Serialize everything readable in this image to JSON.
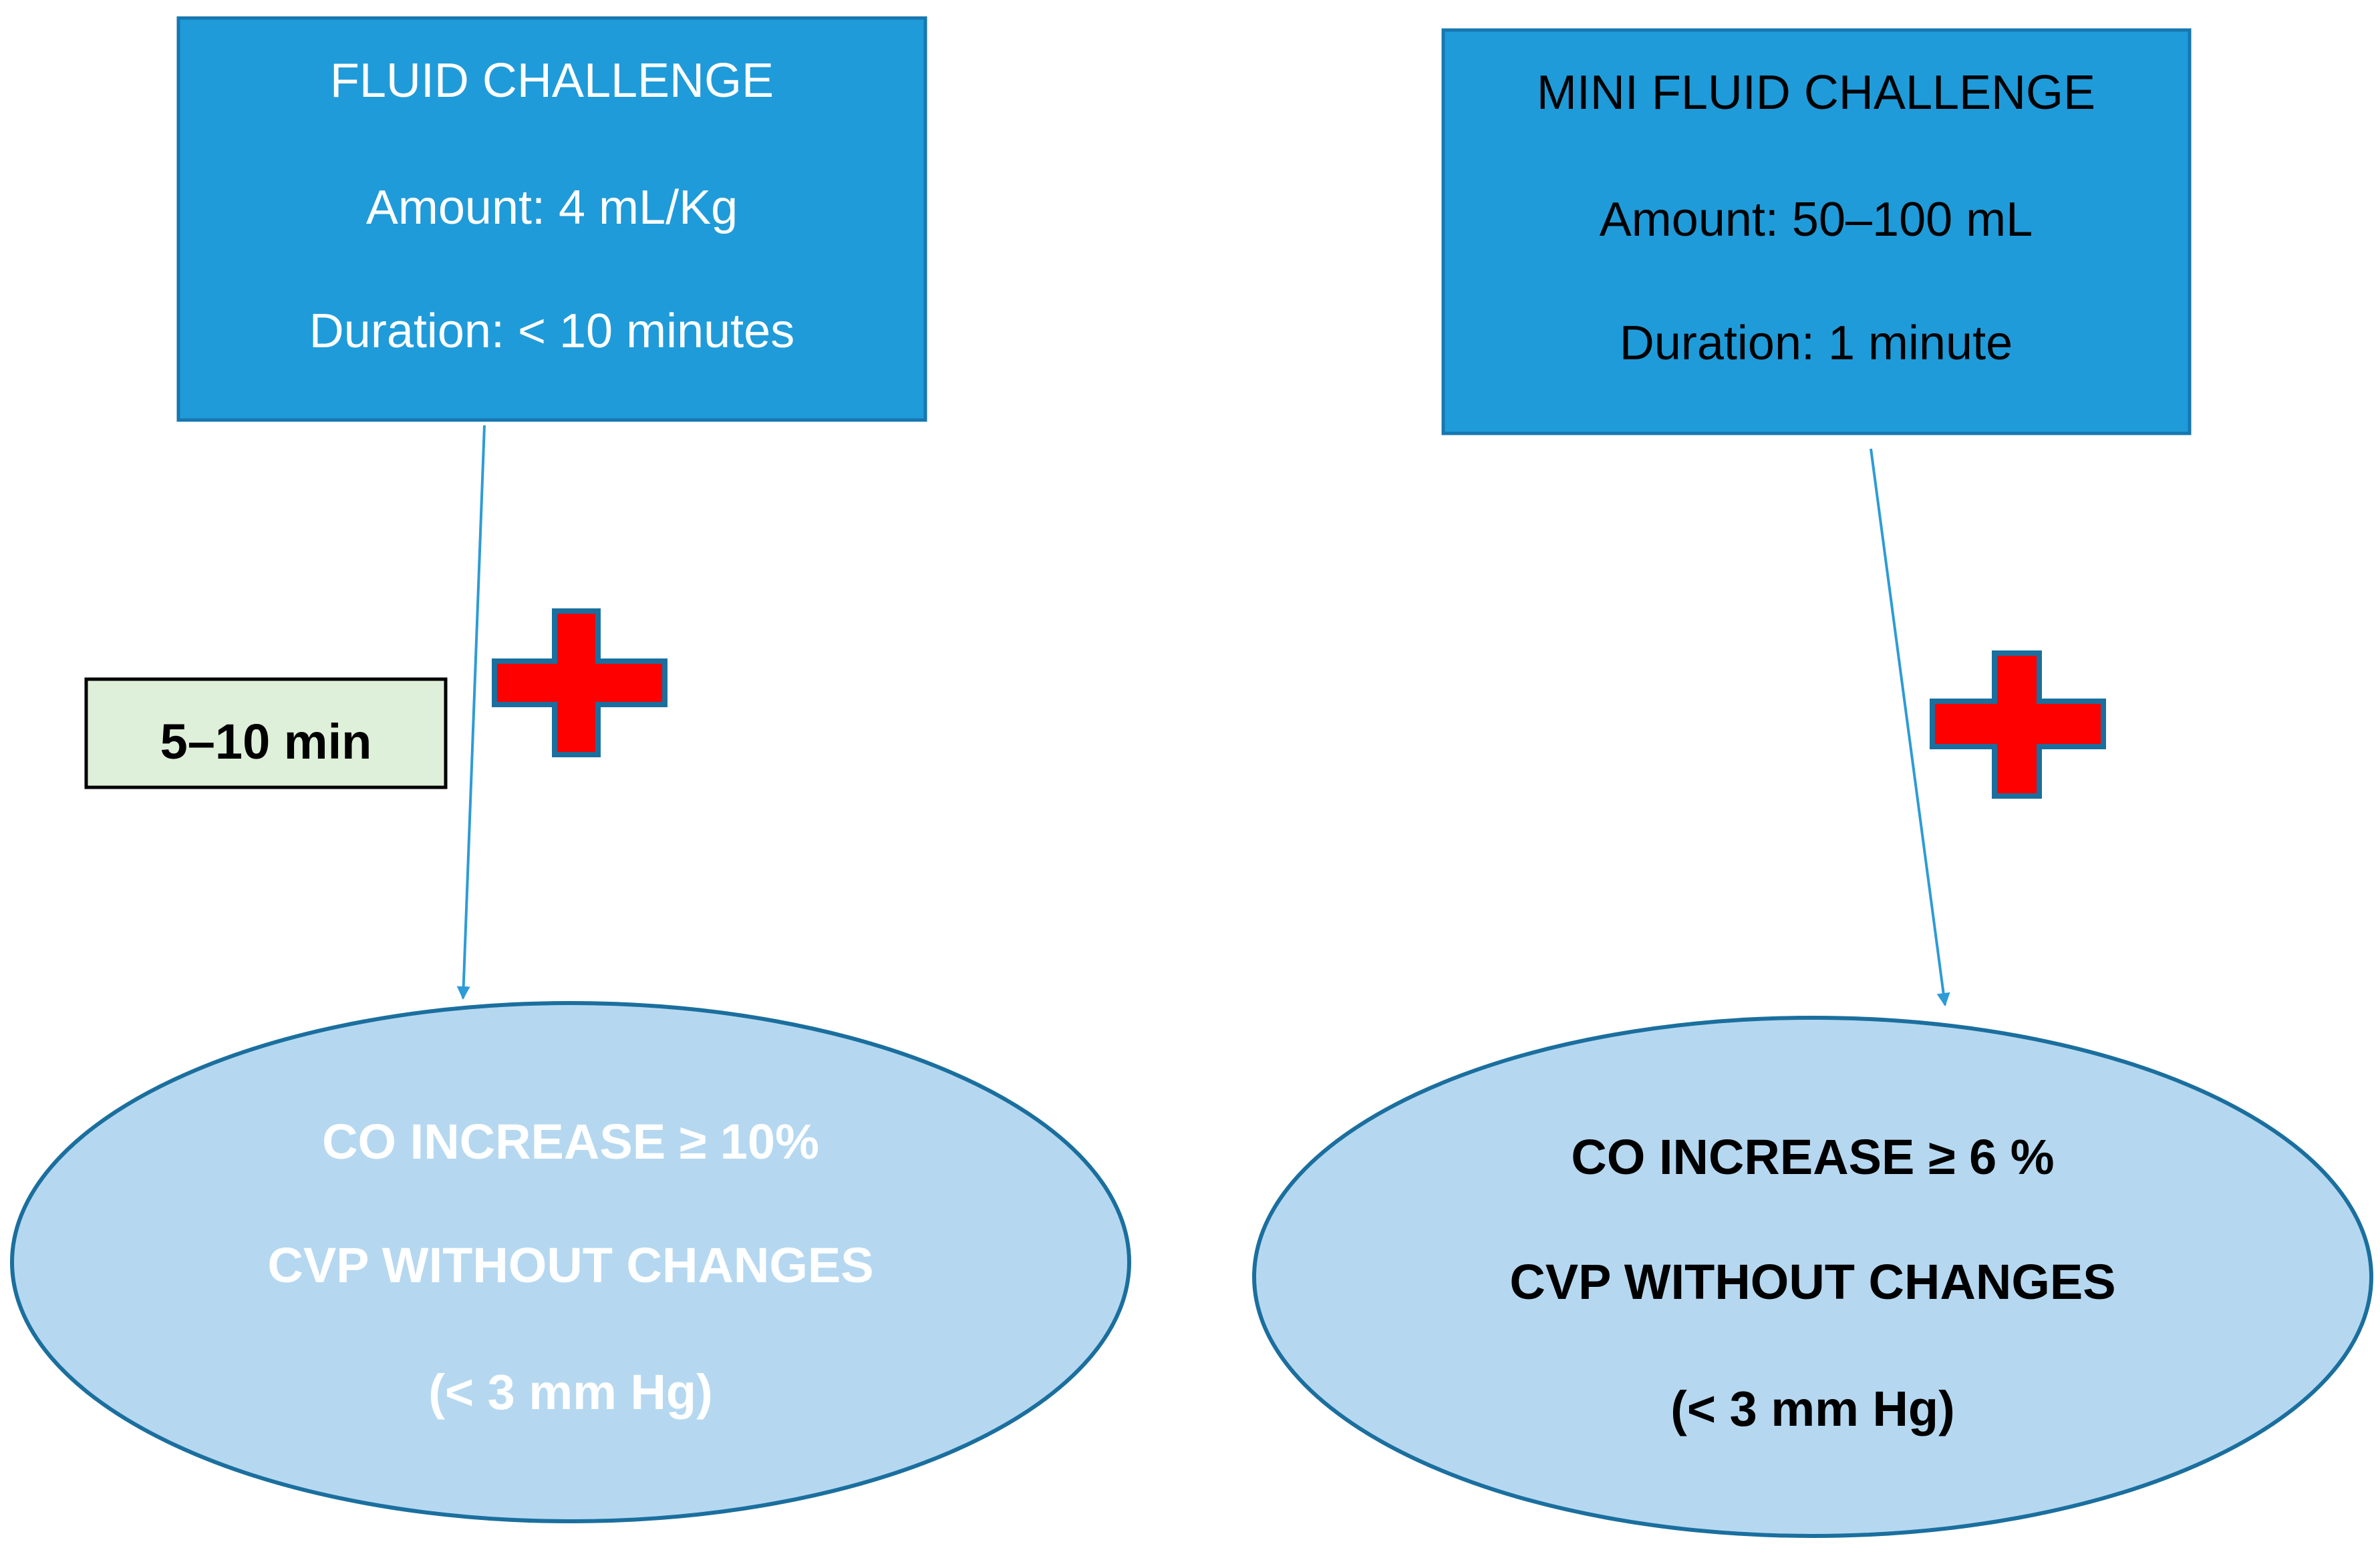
{
  "colors": {
    "box_fill": "#1f9bd9",
    "box_border": "#1777b0",
    "oval_fill": "#b5d8f0",
    "oval_border": "#1b6f9e",
    "arrow": "#2d9bd6",
    "cross_fill": "#ff0000",
    "cross_border": "#1b6f9e",
    "timer_fill": "#dff0da",
    "timer_border": "#000000",
    "left_box_text": "#ffffff",
    "right_box_text": "#000000",
    "left_oval_text": "#ffffff",
    "right_oval_text": "#000000"
  },
  "left": {
    "box": {
      "title": "FLUID CHALLENGE",
      "amount": "Amount: 4 mL/Kg",
      "duration": "Duration: < 10 minutes"
    },
    "timer": "5–10 min",
    "oval": {
      "line1": "CO INCREASE ≥ 10%",
      "line2": "CVP WITHOUT CHANGES",
      "line3": "(< 3 mm Hg)"
    },
    "plus_icon": "red-cross-icon"
  },
  "right": {
    "box": {
      "title": "MINI FLUID CHALLENGE",
      "amount": "Amount: 50–100 mL",
      "duration": "Duration: 1 minute"
    },
    "oval": {
      "line1": "CO INCREASE ≥ 6 %",
      "line2": "CVP WITHOUT CHANGES",
      "line3": "(< 3 mm Hg)"
    },
    "plus_icon": "red-cross-icon"
  }
}
